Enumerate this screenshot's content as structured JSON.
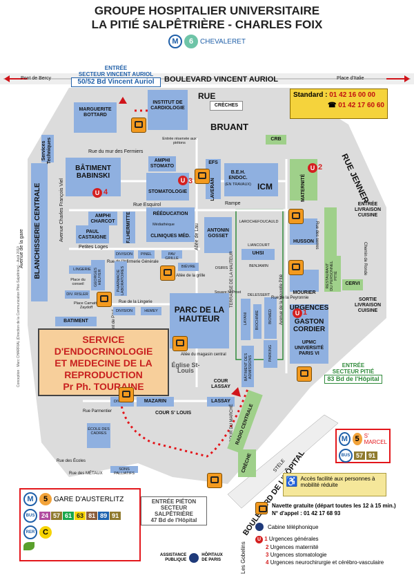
{
  "header": {
    "line1": "GROUPE HOSPITALIER UNIVERSITAIRE",
    "line2": "LA PITIÉ SALPÊTRIÈRE - CHARLES FOIX",
    "metro_m": "M",
    "metro_line": "6",
    "metro_station": "CHEVALERET"
  },
  "streets": {
    "pont_bercy": "Pont de Bercy",
    "place_italie": "Place d'Italie",
    "bd_vincent_auriol": "BOULEVARD VINCENT AURIOL",
    "rue": "RUE",
    "bruant": "BRUANT",
    "rue_jenner": "RUE JENNER",
    "rue_mur_fermiers": "Rue du mur des Fermiers",
    "rue_esquirol": "Rue Esquirol",
    "rampe": "Rampe",
    "bd_hopital": "BOULEVARD DE L'HÔPITAL",
    "les_gobelins": "Les Gobelins",
    "avenue_gare": "Avenue de la gare",
    "avenue_charles_francois_viel": "Avenue Charles François Viel",
    "petites_loges": "Petites Loges",
    "rue_infirmerie": "Rue de l'Infirmerie Générale",
    "allee_grille": "Allée de la grille",
    "rue_lingerie": "Rue de la Lingerie",
    "allee_magasin": "Allée du magasin central",
    "cour_st_louis": "COUR S' LOUIS",
    "rue_parmentier": "Rue Parmentier",
    "rue_ecoles": "Rue des Écoles",
    "rue_metaux": "Rue des MÉTAUX",
    "cour_marche": "COUR DU MARCHÉ",
    "terrasse_hauteur": "TERRASSE DE LA HAUTEUR",
    "avenue_nouvelle_pitie": "Avenue de la Nouvelle Pitié",
    "rue_serres": "Rue des serres",
    "chemin_ronde": "Chemin de Ronde",
    "stele": "STÈLE",
    "rue_peyronnie": "Rue de la Peyronnie",
    "allee_lau": "Allée de Lau",
    "avenue_vincent_paul": "Avenue de Vincent de Paul"
  },
  "entrances": {
    "auriol_title": "ENTRÉE",
    "auriol_line2": "SECTEUR VINCENT AURIOL",
    "auriol_line3": "50/52 Bd Vincent Auriol",
    "pitie_title": "ENTRÉE",
    "pitie_line2": "SECTEUR PITIÉ",
    "pitie_line3": "83 Bd de l'Hôpital",
    "pieton_title": "ENTRÉE PIÉTON",
    "pieton_line2": "SECTEUR SALPÊTRIÈRE",
    "pieton_line3": "47 Bd de l'Hôpital",
    "livraison_entree": "ENTRÉE LIVRAISON CUISINE",
    "livraison_sortie": "SORTIE LIVRAISON CUISINE",
    "entree_reservee": "Entrée réservée aux piétons"
  },
  "standard": {
    "label": "Standard :",
    "phone1": "01 42 16 00 00",
    "phone2": "01 42 17 60 60",
    "phone_icon": "☎"
  },
  "buildings": {
    "marguerite_bottard": "MARGUERITE BOTTARD",
    "institut_cardiologie": "INSTITUT DE CARDIOLOGIE",
    "creches": "CRÈCHES",
    "babinski": "BÂTIMENT BABINSKI",
    "amphi_stomato": "AMPHI STOMATO",
    "stomatologie": "STOMATOLOGIE",
    "efs": "EFS",
    "laveran": "LAVERAN",
    "beh": "B.E.H. ENDOC.",
    "beh_sub": "(EN TRAVAUX)",
    "icm": "ICM",
    "crb": "CRB",
    "maternite": "MATERNITÉ",
    "blanchisserie": "BLANCHISSERIE CENTRALE",
    "services_techniques": "Services Techniques",
    "amphi_charcot": "AMPHI CHARCOT",
    "paul_castaigne": "PAUL CASTAIGNE",
    "f_lhermitte": "F.LHERMITTE",
    "reeducation": "RÉÉDUCATION",
    "mediatheque": "Médiathèque",
    "cliniques_med": "CLINIQUES MÉD.",
    "antonin_gosset": "ANTONIN GOSSET",
    "larochefoucauld": "LAROCHEFOUCAULD",
    "liancourt": "LIANCOURT",
    "uhsi": "UHSI",
    "benjamin": "BENJAMIN",
    "husson": "HUSSON",
    "division": "DIVISION",
    "pinel": "PINEL",
    "pav_grille": "PAV GRILLE",
    "bievre": "BIÈVRE",
    "osiris": "OSIRIS",
    "lingerie": "LINGERIE",
    "georges_heuyer": "GEORGES HEUYER",
    "pharmacie": "PHARMACIE LABORATOIRES",
    "div_risler": "DIV. RISLER",
    "parc_hauteur": "PARC DE LA HAUTEUR",
    "square_prost": "Square M.Prost",
    "delessert": "DELESSERT",
    "layani": "LAYANI",
    "biochimie": "BIOCHIMIE",
    "biomed": "BIOMED",
    "mourier": "MOURIER",
    "restaurant": "RESTAURANT DU PERSONNEL PITIÉ",
    "cervi": "CERVI",
    "urgences": "URGENCES",
    "gaston_cordier": "GASTON CORDIER",
    "upmc": "UPMC UNIVERSITÉ PARIS VI",
    "batiment": "BATIMENT",
    "hemey": "HEMEY",
    "batiment_admissions": "BÂTIMENT DES ADMISSIONS",
    "parking": "PARKING",
    "eglise_st_louis": "Église St-Louis",
    "cour_lassay": "COUR LASSAY",
    "lassay": "LASSAY",
    "mazarin": "MAZARIN",
    "division2": "DIVISION",
    "radio_centrale": "RADIO CENTRALE",
    "creche": "CRÈCHE",
    "ecole_des_cadres": "ÉCOLE DES CADRES",
    "sons_palliatifs": "SONS PALLIATIFS",
    "place_conseil": "Place du conseil",
    "place_camatte": "Place Camatte Zaydoff"
  },
  "service_box": {
    "line1": "SERVICE",
    "line2": "D'ENDOCRINOLOGIE",
    "line3": "ET MEDECINE DE LA",
    "line4": "REPRODUCTION",
    "line5": "Pr Ph. TOURAINE"
  },
  "transport_right": {
    "metro_m": "M",
    "line": "5",
    "station": "S' MARCEL",
    "bus": "BUS",
    "bus_lines": [
      "57",
      "91"
    ]
  },
  "transport_left": {
    "metro_m": "M",
    "line": "5",
    "station": "GARE D'AUSTERLITZ",
    "bus": "BUS",
    "bus_lines": [
      "24",
      "57",
      "61",
      "63",
      "81",
      "89",
      "91"
    ],
    "bus_colors": [
      "#b14ca0",
      "#8f7a2e",
      "#18a74b",
      "#f6d300",
      "#8b5d3b",
      "#1e63b0",
      "#8f7a2e"
    ],
    "rer": "RER",
    "rer_line": "C"
  },
  "legend": {
    "accessibility": "Accès facilité aux personnes à mobilité réduite",
    "navette_line1": "Navette gratuite (départ toutes les 12 à 15 min.)",
    "navette_line2": "N° d'appel : 01 42 17 68 93",
    "cabine": "Cabine téléphonique",
    "u1": "Urgences générales",
    "u2": "Urgences maternité",
    "u3": "Urgences stomatologie",
    "u4": "Urgences neurochirurgie et cérébro-vasculaire",
    "nums": [
      "1",
      "2",
      "3",
      "4"
    ],
    "u_letter": "U"
  },
  "footer": {
    "ap_line1": "ASSISTANCE",
    "ap_line2": "PUBLIQUE",
    "hp_line1": "HÔPITAUX",
    "hp_line2": "DE PARIS"
  },
  "credit": "Conception : Marc CHARRIAL (Direction de la Communication Pitié-Salpêtrière) - Août 2010",
  "colors": {
    "building": "#8fb0e0",
    "green_building": "#9fd08a",
    "service_box": "#f7cf9b",
    "standard_box": "#f5d33c",
    "accent_red": "#e3161b",
    "bus_orange": "#f39a1f"
  }
}
